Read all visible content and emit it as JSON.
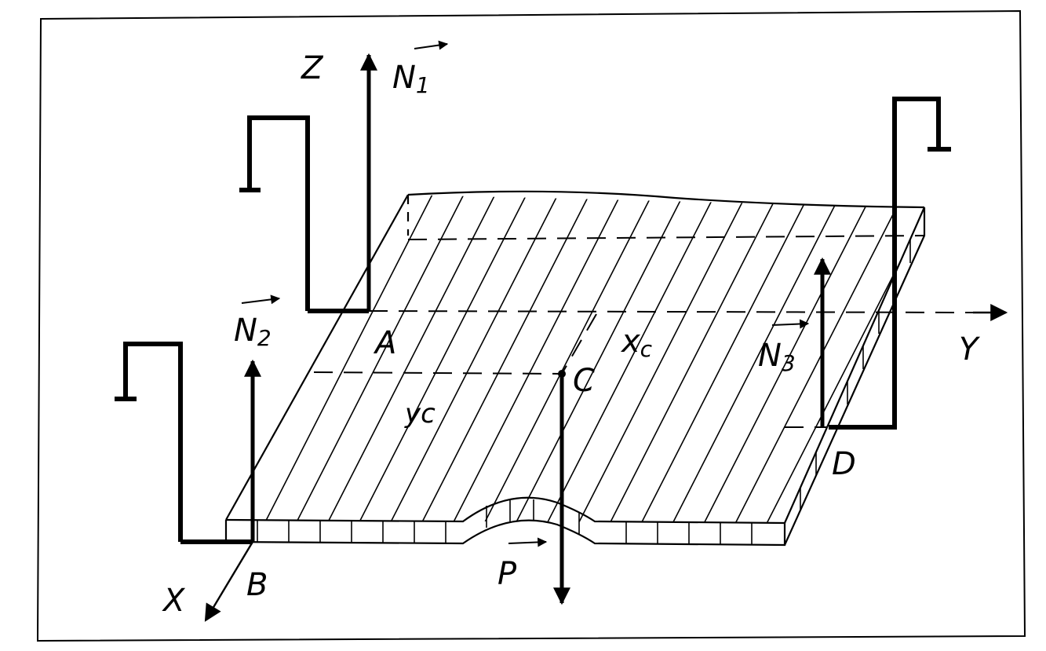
{
  "labels": {
    "z_axis": "Z",
    "x_axis": "X",
    "y_axis": "Y",
    "n": "N",
    "n1_sub": "1",
    "n2_sub": "2",
    "n3_sub": "3",
    "p": "P",
    "point_a": "A",
    "point_b": "B",
    "point_c": "C",
    "point_d": "D",
    "xc": "x",
    "xc_sub": "c",
    "yc": "yc"
  },
  "colors": {
    "ink": "#000000",
    "paper": "#ffffff"
  }
}
